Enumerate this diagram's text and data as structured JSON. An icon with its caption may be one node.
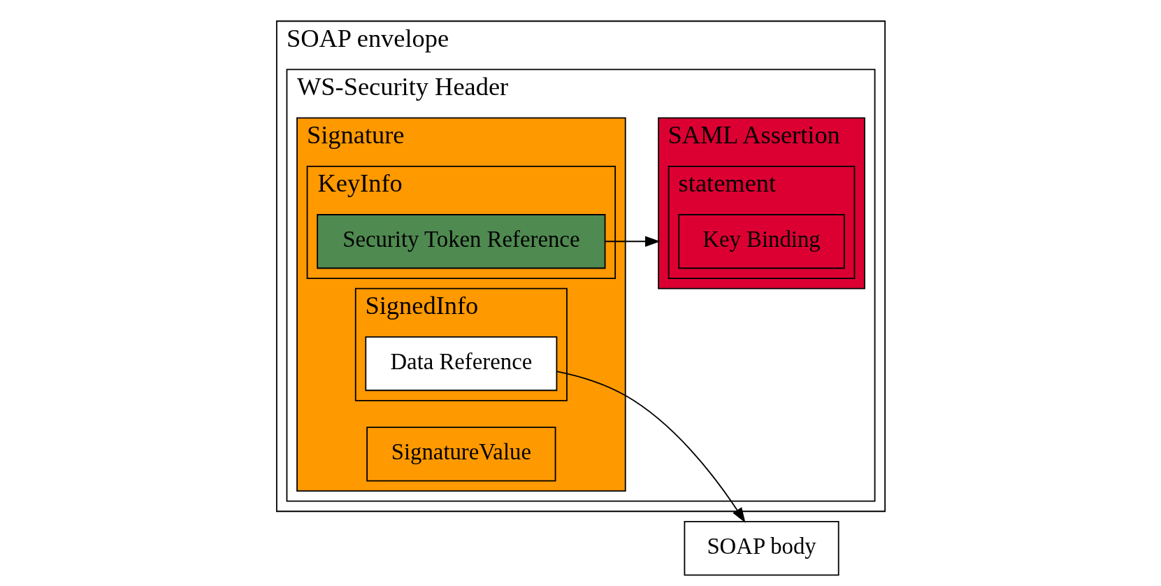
{
  "diagram": {
    "nodes": [
      {
        "text": [
          "SOAP envelope"
        ]
      },
      {
        "text": [
          "WS-Security Header"
        ],
        "in": 0
      },
      {
        "text": [
          "SAML Assertion"
        ],
        "in": 1
      },
      {
        "text": [
          "statement"
        ],
        "in": 2
      },
      {
        "text": [
          "Key Binding"
        ],
        "in": 3
      },
      {
        "text": [
          "Signature"
        ],
        "in": 1
      },
      {
        "text": [
          "KeyInfo"
        ],
        "in": 5
      },
      {
        "text": [
          "Security Token Reference"
        ],
        "in": 6
      },
      {
        "text": [
          "SignedInfo"
        ],
        "in": 5
      },
      {
        "text": [
          "Data Reference"
        ],
        "in": 8
      },
      {
        "text": [
          "SignatureValue"
        ],
        "in": 5
      },
      {
        "text": [
          "SOAP body"
        ]
      }
    ],
    "edges": [
      {
        "from": 7,
        "to": 2,
        "arrow": "to"
      },
      {
        "from": 9,
        "to": 11,
        "arrow": "to"
      }
    ]
  }
}
